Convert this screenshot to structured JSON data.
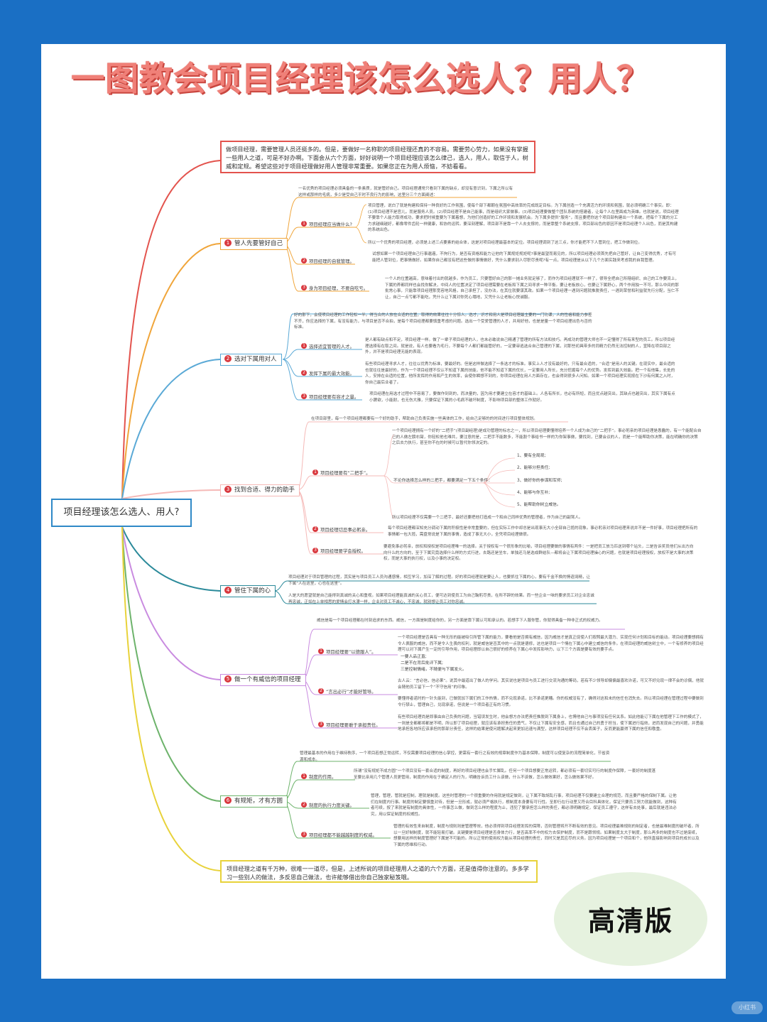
{
  "title": "一图教会项目经理该怎么选人？用人？",
  "central": "项目经理该怎么选人、用人?",
  "intro": "做项目经理，需要管理人员还挺多的。但是，要做好一名称职的项目经理还真的不容易。需要劳心劳力，如果没有掌握一些用人之道，可是不好办啊。下面会从六个方面，好好说明一个项目经理应该怎么律己，选人，用人，取信于人，树威和定规。希望这些对于项目经理做好用人管理非常重要。如果您正在为用人烦恼，不妨看看。",
  "outro": "项目经理之道有千万种，很难一一道尽，但是，上述所说的项目经理用人之道的六个方面，还是值得你注意的。多多学习一些别人的做法，多反思自己做法，也许能够借出你自己独家秘笈哦。",
  "badge": "高清版",
  "watermark": "小红书",
  "branches": [
    {
      "num": "1",
      "label": "管人先要管好自己",
      "intro": "一名优秀的项目经理必须具备的一条素质，就是管好自己。项目经理通常只看到下属的缺点，却没有意识到，下属之所以有这样或那样的毛病，多少是受自己平时不良行为的影响，这里分三个方面阐述：",
      "subs": [
        {
          "num": "1",
          "label": "项目经理应当做什么?",
          "text": "项目管理，说白了就是构建和保持一种良好的工作氛围，使每个部下都朝在氛围中高效率的完成既定目标。为下属创造一个充满活力的环境和氛围，就必须明确三个事实。即：(1)项目经理不是官儿，而是服务人员。(2)项目经理不是自己能事，而是组织大家做事。(3)项目经理要做整个团队系统的搭建者，让每个人在里面成为英雄。也就是说，项目经理不要靠个人能力取得成功，要求把时候重要为下属着想，为他们创造好的工作环境和发展机会。为下属多提供“服务”，而且要把你这个项目部构建出一个系统，把每个下属的分工力求越细越好，都像零件齿轮一样健康，和协的运转。要深刻理解，项目部不是靠一个人去支撑的，而是靠整个系统支撑，项目部出色的原因不是项目经理个人出色，而是其构建的系统出色。",
          "extra": "所以一个优秀的项目经理，必须是上述三点要素的结合体，这是对项目经理最基本的定位。项目经理调到了这三点，你才能把不下人管到位，把工作做到位。"
        },
        {
          "num": "2",
          "label": "项目经理的自我管理。",
          "text": "试想如果一个项目经理自己行事邋遢，不拘行为，是否有资格和能力让他的下属规矩规矩呢?事是最望而易见的，所以项目经理必须首先把自己管好，让自己变得优秀，才有可能把人管到位，把事情做好。如果你自己都没有把这些做的事情做好，凭什么要求别人尽职尽责呢?有一点，项目经理是从以下几个方面实践来考虑我的自我管理。"
        },
        {
          "num": "3",
          "label": "身为项目经理，不要自吃亏。",
          "text": "一个人的位置越高，意味着付出的就越多。作为员工，只要管好自己的那一摊业务就足够了，而作为项目经理就不一样了，很导全把自己所辖组织、自己的工作要流上，下属的养都同样也会找你解决，中间人的位置决定了项目经理需要在老板和下属之间寻求一种平衡。要让老板放心，也要让下属舒心，两个作用独一不可。那么中间的那批常心事，只能靠项目经理那宽容地风格，自己承担了，没办法，在其位就要谋其政。如果一个项目经理一遇到问题就推脱责任，一遇到荣誉和利益就先行分配，当仁不让，自己一点亏都不能吃，凭什么让下属对你死心塌地，又凭什么让老板心悦诚服。"
        }
      ]
    },
    {
      "num": "2",
      "label": "选对下属用对人",
      "intro": "好的那下，会使项目经理的工作轻松一半。得当合的人放在合适的位置，取得的效果往往十分惊人。选才，识才和用人是项目经理最主要的一门功课，人的性格和能力参差不齐，你应选择的下属，有没有能力，与项目是否不合拍，是每个项目经理都要慎重考虑的问题。选出一个受爱管理的人才，并用好他，也是是量一个项目经理出色与否的标准。",
      "subs": [
        {
          "num": "1",
          "label": "选择适宜管理的人才。",
          "text": "是人都有缺点和不足，项目经理一样。做了一辈子项目经理的人，也未必敢说自己精通了管理的所有方法和技巧。再成功的管理大师也不一定懂得了所有来型的员工。所以项目经理选择有在取之间。就是说，有人也要看为毛行，不要每个人都们都能管好的，一定要审逃选合自己管理的下属，对那些初具带多的同精力仍然无法控制的人，宣降在项目部之外，并不是项目经理无能的表现。"
        },
        {
          "num": "2",
          "label": "发挥下属的最大效能。",
          "text": "有些项目经理寻求人才，往往以优秀为标准，要最好的。但是这样做选择了一条选才的标准。事实上人才没有最好的，只有最合适的，“合适”是用人的关键。在现实中，最合适的也就往往是最好的，作为一个项目经理不仅认不知道下属的技能，他不能不知道下属的优长，一定要用人所长，充分挖掘每个人的优势。发挥到最大效能。把一个有他集，长处的人，安排在合适的位置，他所发挥的作用和产生的效率，会使你瞬想不到的，你项目经理在用人方面存在，也会得到很多人问知。如果一个项目经理实现按在下沙有何属之入时，你自己最后业者了。"
        },
        {
          "num": "3",
          "label": "项目经理要有容才之量。",
          "text": "项目经理在用选才过程中不容易了，要做作到到的，而决量的，因为用才要建立在容才的基础上。人各有所长，也必有所短，而且优点越突出，其缺点也越突出，其实下属有点小脾欲，小能耐，也无伤大雅，只要保证下属的小毛病不破坏制度，不影响项目部的整体工作就好。"
        }
      ]
    },
    {
      "num": "3",
      "label": "找到合适、得力的助手",
      "intro": "在项目部里，每一个项目经理都要有一个好的助手，帮助自己负责实施一些具体的工作，给自己足够的的时间进行项目整体规划。",
      "subs": [
        {
          "num": "1",
          "label": "项目经理要有“二把手”。",
          "text": "一个项目经理拥有一个好的“二把手”(项目副经理)是成功管理的标志之一，所以项目经理要懂得培养一个人成为自己的“二把手”。事必躬亲的项目经理是愚蠢的，有一个能配合自己的人做左膀右臂，你轻松他也难共，要注意的是，二把手不能数多，不能割个事给书一样的为你架事做，要找到，已要会议的人，而是一个能帮助你决策，能在明确你的决策之后去力执行，甚至你不在的时候可以暂代你领决定的。",
          "mid": "不论你选择怎么样的二把手，都要满足一下五个条件：",
          "points": [
            "1、要有全局观;",
            "2、能够分担责任;",
            "3、做好你的参谋和军师;",
            "4、能够与你互补;",
            "5、能帮助你树立威信。"
          ],
          "extra": "所以项目经理不仅需要一个二把手，最好还要把他打造成一个和自己同样优秀的管理者，作为自己的副驾人。"
        },
        {
          "num": "2",
          "label": "项目经理切忌事必躬亲。",
          "text": "每个项目经理都深知充分调动下属的积极性是非常重要的，但在实际工作中却总是出现事无大小全部自己揽的现象。事必躬亲对项目经理来说并不是一件好事，项目经理把所有的事情都一包大揽，需盘常说是下属的事情，造成了事无大小，全凭项目经理做很。"
        },
        {
          "num": "3",
          "label": "项目经理要学会授权。",
          "text": "要避免事必躬亲，放权和授权是项目经理唯一的选择。关于授权有一个很形象的比喻，项目经理要做的事情有两件：一是把员工放马匹送到哪个站头，二是告诉奖员他们从出方向向什么的方向的，至于下属究竟选择什么样的方式行进，去路还是坐车，单独还马是选成群结队—都将会让下属项目经理操心的问题，也就是项目经理授权，放权不是大事的决策权，而是大事的执行权，以及小事的决定权。"
        }
      ]
    },
    {
      "num": "4",
      "label": "管住下属的心",
      "intro": "项目经理对于项目管理的过程，其实是与项目员工人员沟通感情，相互学习，加深了解的过程。好的项目经理就是要让人，也要抓住下属的心，要有千金不换的情谊阔精，让下属“人在这里，心也在这里”。",
      "subs": [
        {
          "num": "",
          "label": "",
          "text": "人是大的愿望就是自己能得到真诚的关心和重视。如果项目经理能真诚的关心员工，便可达到使员工为自己鞠躬尽责，在所不辞的效果。而一些企业一味的要求员工对企业忠诚再忠诚，正如在上单相思的爱情会打水漂一样，企业对员工不诚心，不忠诚，就别想让员工对你忠诚。"
        }
      ]
    },
    {
      "num": "5",
      "label": "做一个有威信的项目经理",
      "intro": "威信是每一个项目经理都在时刻追求的东西。威信，一方面是制度给你的，另一方面是靠下属认可和承认的。若想手下人服你管，你就得具备一种非正式的权威力。",
      "subs": [
        {
          "num": "1",
          "label": "项目经理要“以德服人”。",
          "text": "一个项目经理是否具有一种无形的能被吸引所管下属的能力，要看他是否拥有威信，因为威信才是真正促使人们按照最大潜力、实现任何计划和目标的能动。项目经理要想拥有令人佩服的威信，而不是令人生畏的权利，就是威信是否其中的一点就是德修，这也是项目一个情在下属心中建立威信的条件。在项目经理的威信树立中，一个有修养的项目经理可以对下属产生一定的引导作用，项目经理即以自己很好的修养在下属心中发挥影响力，以下三个方面是要有效的要手点。",
          "points": [
            "一要人品正直;",
            "二是不在背后批评下属;",
            "三是控制情绪，不随便与下属发火。"
          ]
        },
        {
          "num": "2",
          "label": "“言出必行”才能好管导。",
          "text": "古人云：“言必信，信必果”。说其中最道出了做人的学问。其实说也是项目与员工进行交流沟通的筹码，若有不少领导却偏偏最喜欢许诺，可又不好兑现一律不会的诊偶，他就会随他员工留下一个“不守信用”的印象。",
          "extra": "要懂得者诺时的一针头能到，已做就加下属们的工作热情，而不兑现承诺，比不承诺更糟。你的权威没有了，确得对这和未的信任也消失去。所以项目经理在管理过程中要做到令行禁止，管理自己，兑现承诺，但说是一个项目者正有的习惯。"
        },
        {
          "num": "3",
          "label": "项目经理要敢于承担责任。",
          "text": "有些项目经理尚是即事由自己负责的问题，当错误发生时，他会想方办法把责任推脱到下属身上，也博他自己与事项没有任何关系。如此他能订下属在他管理下工作的模式了，一则是全都都将都是不明，所以即了项目经理，就应该有承担责任的勇气，不仅让下属有安全感，而且也通过自己的勇于担当，使下属进行指效，进而发现自己的问题，并勇能地承担各地所应该承担的那部分责任，这样的结果是使问题解决起来更加迅速与满型，这样项目经理不仅不会丢面子，反而更能赢得下属的信任和敬重。"
        }
      ]
    },
    {
      "num": "6",
      "label": "有规矩，才有方圆",
      "intro": "管理最基本的作用在于维持秩序，一个项目若想正常运转，不仅需要项目经理的信心掌控，更需有一套行之有效的规章制度作为基本保障。制度可以使复杂的流程简单化，节省资源和成本。",
      "subs": [
        {
          "num": "1",
          "label": "制度的作用。",
          "text": "所谓“没有规矩不成方圆”一个项目没有一套合适的制度，再好的项目经理也会手忙脚乱。任何一个项目想要正常运转，都必须有一套切实可行的制度作保障，一套好的制度甚至要比亲用几个管理人员更管用，制度的作用在于确定人的行为，明确告诉员工什么该做，什么不该做，怎么做效果好，怎么做效果不好。"
        },
        {
          "num": "2",
          "label": "制度的执行力度关键。",
          "text": "管理，管理，管就是控制，理就是制度。这些时管理的一个很重要的作用就是规定做到，让下属不致胡乱行事，项目经理不仅要建立合理的规范，而且要严格的保制下属。让他们在制度内行事。制度的制定要慎重对待，但是一旦形成，就必须严格执行，根制度本身要有可行性。至即行在行动里又符合目科具体化，保证只要员工努力就能做到，这种有者可续，按了来就是有制度的具体性，一件事怎么做，做到怎么样的程度为止，违犯了要承担怎么样的责任，都必须明确规定，保证员工遵守，这样有去处事，最后就是违法必究，用以保证制度的权威性。"
        },
        {
          "num": "3",
          "label": "项目经理都不能越越制度的权威。",
          "text": "管理的有效性来自制度，制度与规则则是管理等效，他必须得到项目经理发挥的保障，否则管理将开不断有效的意见。项目经理最难规则的制定者，也是最难制度的破坏者，所以一旦好制制度，就不能轻易打破。关键要是项目经理是否身体力行，是否高率不中的权力去保护制度，而不是跟领规。如果制度太大于制度，那么再多的制度也不过是废纸，想要用这样的制度管理好下属是不可能的。所以正常的使用权力能从项目经理的责任，同时又是其应尽的义务。因为项目经理是一个项目和个，他所直接影响到项目的成长以及下属的思维和行动。"
        }
      ]
    }
  ]
}
